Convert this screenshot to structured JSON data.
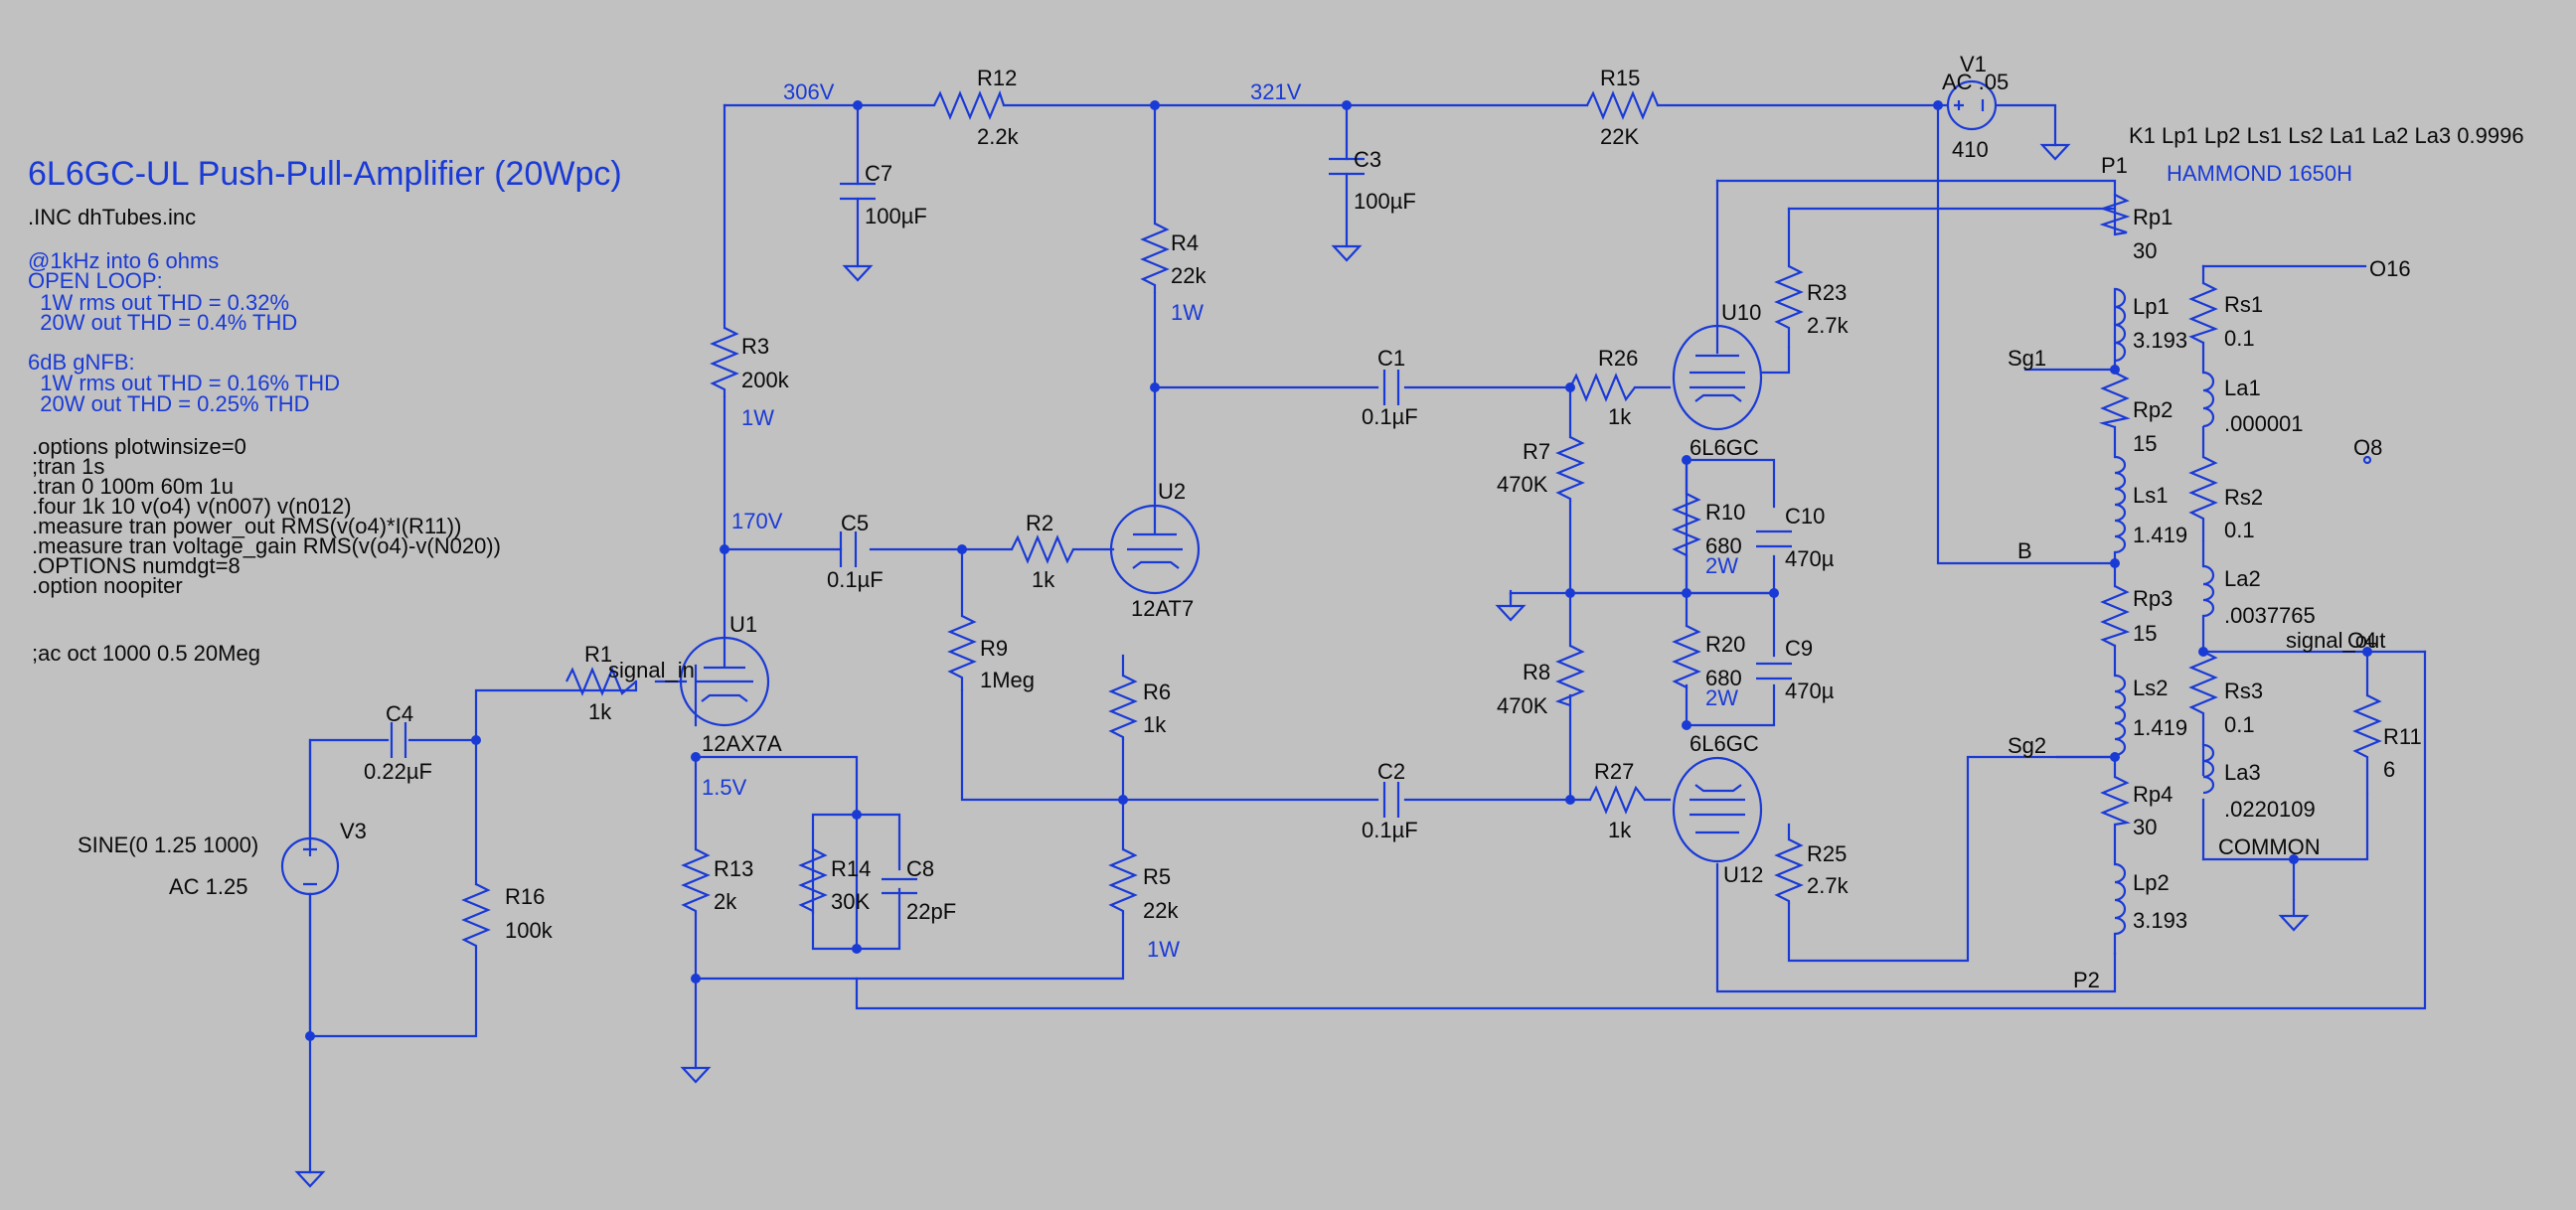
{
  "title": "6L6GC-UL Push-Pull-Amplifier (20Wpc)",
  "notes": {
    "include": ".INC dhTubes.inc",
    "open_loop_lines": [
      "@1kHz into 6 ohms",
      "OPEN LOOP:",
      "  1W rms out THD = 0.32%",
      "  20W out THD = 0.4% THD"
    ],
    "nfb_lines": [
      "6dB gNFB:",
      "  1W rms out THD = 0.16% THD",
      "  20W out THD = 0.25% THD"
    ],
    "directives": [
      ".options plotwinsize=0",
      ";tran 1s",
      ".tran 0 100m 60m 1u",
      ".four 1k 10 v(o4) v(n007) v(n012)",
      ".measure tran power_out RMS(v(o4)*I(R11))",
      ".measure tran voltage_gain RMS(v(o4)-v(N020))",
      ".OPTIONS numdgt=8",
      ".option noopiter"
    ],
    "ac_directive": ";ac oct 1000 0.5 20Meg",
    "coupling": "K1 Lp1 Lp2 Ls1 Ls2 La1 La2 La3 0.9996",
    "transformer": "HAMMOND 1650H"
  },
  "node_voltages": {
    "n306": "306V",
    "n321": "321V",
    "n170": "170V",
    "n15": "1.5V"
  },
  "components": {
    "R12": {
      "name": "R12",
      "value": "2.2k"
    },
    "R15": {
      "name": "R15",
      "value": "22K"
    },
    "V1": {
      "name": "V1",
      "spec": "AC .05",
      "value": "410"
    },
    "C7": {
      "name": "C7",
      "value": "100µF"
    },
    "C3": {
      "name": "C3",
      "value": "100µF"
    },
    "R4": {
      "name": "R4",
      "value": "22k",
      "power": "1W"
    },
    "R3": {
      "name": "R3",
      "value": "200k",
      "power": "1W"
    },
    "C1": {
      "name": "C1",
      "value": "0.1µF"
    },
    "R26": {
      "name": "R26",
      "value": "1k"
    },
    "R23": {
      "name": "R23",
      "value": "2.7k"
    },
    "U10": {
      "name": "U10",
      "value": "6L6GC"
    },
    "C5": {
      "name": "C5",
      "value": "0.1µF"
    },
    "R2": {
      "name": "R2",
      "value": "1k"
    },
    "U2": {
      "name": "U2",
      "value": "12AT7"
    },
    "R7": {
      "name": "R7",
      "value": "470K"
    },
    "R10": {
      "name": "R10",
      "value": "680",
      "power": "2W"
    },
    "C10": {
      "name": "C10",
      "value": "470µ"
    },
    "U1": {
      "name": "U1",
      "value": "12AX7A"
    },
    "R1": {
      "name": "R1",
      "value": "1k"
    },
    "C4": {
      "name": "C4",
      "value": "0.22µF"
    },
    "R9": {
      "name": "R9",
      "value": "1Meg"
    },
    "R6": {
      "name": "R6",
      "value": "1k"
    },
    "R20": {
      "name": "R20",
      "value": "680",
      "power": "2W"
    },
    "C9": {
      "name": "C9",
      "value": "470µ"
    },
    "R8": {
      "name": "R8",
      "value": "470K"
    },
    "C2": {
      "name": "C2",
      "value": "0.1µF"
    },
    "R27": {
      "name": "R27",
      "value": "1k"
    },
    "U12": {
      "name": "U12",
      "value": "6L6GC"
    },
    "R25": {
      "name": "R25",
      "value": "2.7k"
    },
    "V3": {
      "name": "V3",
      "spec": "SINE(0 1.25 1000)",
      "ac": "AC 1.25"
    },
    "R16": {
      "name": "R16",
      "value": "100k"
    },
    "R13": {
      "name": "R13",
      "value": "2k"
    },
    "R14": {
      "name": "R14",
      "value": "30K"
    },
    "C8": {
      "name": "C8",
      "value": "22pF"
    },
    "R5": {
      "name": "R5",
      "value": "22k",
      "power": "1W"
    },
    "Rp1": {
      "name": "Rp1",
      "value": "30"
    },
    "Lp1": {
      "name": "Lp1",
      "value": "3.193"
    },
    "Rp2": {
      "name": "Rp2",
      "value": "15"
    },
    "Ls1": {
      "name": "Ls1",
      "value": "1.419"
    },
    "Rp3": {
      "name": "Rp3",
      "value": "15"
    },
    "Ls2": {
      "name": "Ls2",
      "value": "1.419"
    },
    "Rp4": {
      "name": "Rp4",
      "value": "30"
    },
    "Lp2": {
      "name": "Lp2",
      "value": "3.193"
    },
    "Rs1": {
      "name": "Rs1",
      "value": "0.1"
    },
    "La1": {
      "name": "La1",
      "value": ".000001"
    },
    "Rs2": {
      "name": "Rs2",
      "value": "0.1"
    },
    "La2": {
      "name": "La2",
      "value": ".0037765"
    },
    "Rs3": {
      "name": "Rs3",
      "value": "0.1"
    },
    "La3": {
      "name": "La3",
      "value": ".0220109"
    },
    "R11": {
      "name": "R11",
      "value": "6"
    }
  },
  "net_labels": {
    "signal_in": "signal_in",
    "signal_out": "signal_out",
    "P1": "P1",
    "P2": "P2",
    "Sg1": "Sg1",
    "Sg2": "Sg2",
    "B": "B",
    "O16": "O16",
    "O8": "O8",
    "O4": "O4",
    "COMMON": "COMMON"
  }
}
